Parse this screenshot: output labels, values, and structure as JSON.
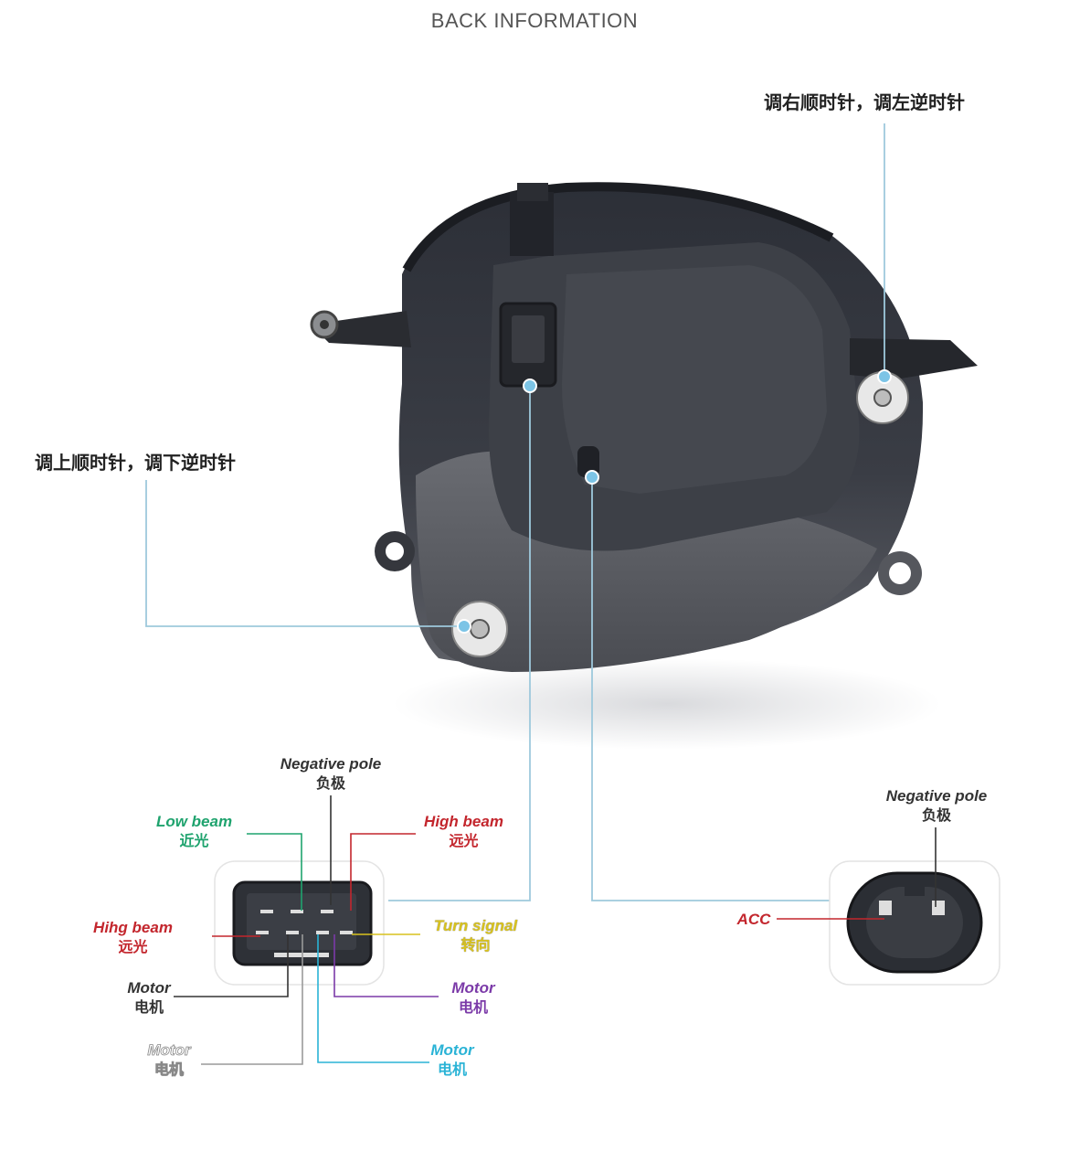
{
  "title": "BACK INFORMATION",
  "adjust_horizontal": "调右顺时针，调左逆时针",
  "adjust_vertical": "调上顺时针，调下逆时针",
  "connector_main": {
    "negative_pole": {
      "en": "Negative pole",
      "cn": "负极",
      "color": "#333333"
    },
    "low_beam": {
      "en": "Low beam",
      "cn": "近光",
      "color": "#1fa36e"
    },
    "high_beam_right": {
      "en": "High beam",
      "cn": "远光",
      "color": "#c3262d"
    },
    "high_beam_left": {
      "en": "Hihg beam",
      "cn": "远光",
      "color": "#c3262d"
    },
    "turn_signal": {
      "en": "Turn signal",
      "cn": "转向",
      "color": "#d8c21e"
    },
    "motor_black": {
      "en": "Motor",
      "cn": "电机",
      "color": "#333333"
    },
    "motor_purple": {
      "en": "Motor",
      "cn": "电机",
      "color": "#7b3aa8"
    },
    "motor_grey": {
      "en": "Motor",
      "cn": "电机",
      "color": "#9a9a9a"
    },
    "motor_cyan": {
      "en": "Motor",
      "cn": "电机",
      "color": "#2ab3d6"
    }
  },
  "connector_small": {
    "negative_pole": {
      "en": "Negative pole",
      "cn": "负极",
      "color": "#333333"
    },
    "acc": {
      "en": "ACC",
      "color": "#c3262d"
    }
  },
  "colors": {
    "pointer_dot": "#7cc4e6",
    "callout_line": "#9ec9dc"
  }
}
